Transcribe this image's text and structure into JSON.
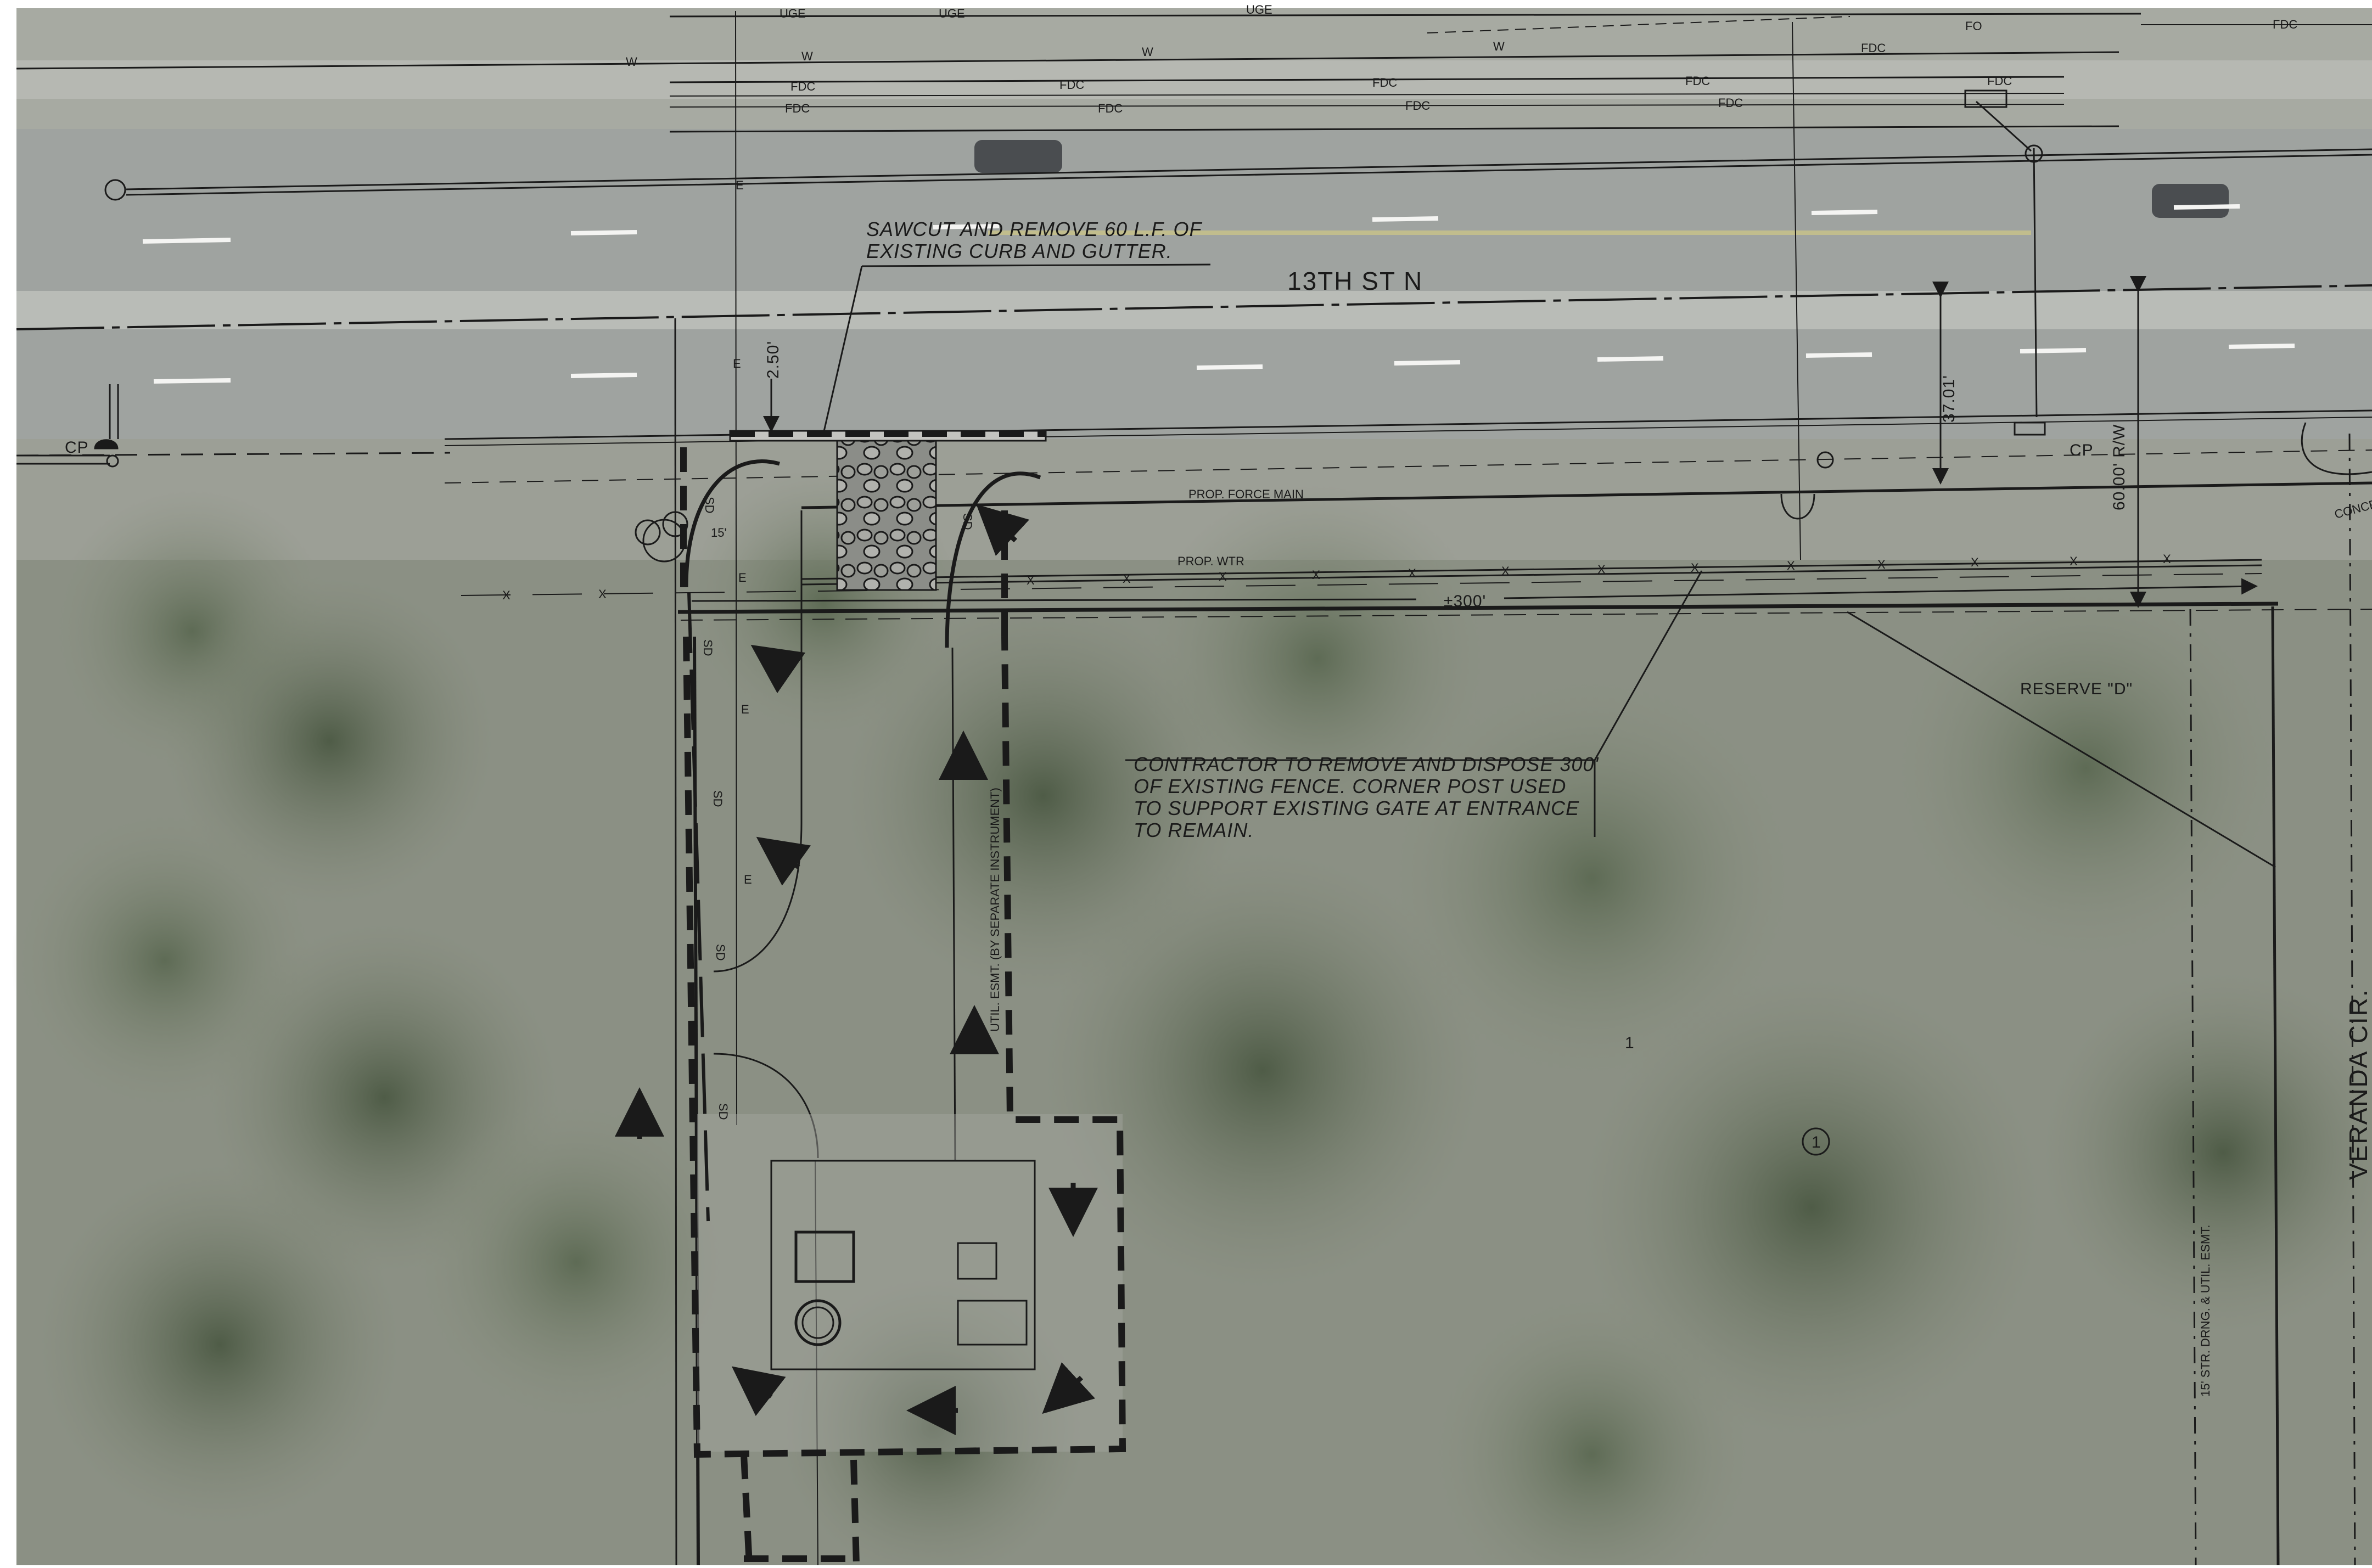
{
  "labels": {
    "street": "13TH ST N",
    "cross_street": "VERANDA CIR.",
    "reserve": "RESERVE \"D\"",
    "lot_number": "1",
    "lot_circle_number": "1",
    "force_main": "PROP. FORCE MAIN",
    "water": "PROP. WTR",
    "util_esmt": "UTIL. ESMT. (BY SEPARATE INSTRUMENT)",
    "drng_esmt": "15' STR. DRNG. & UTIL. ESMT.",
    "cp_left": "CP",
    "cp_right": "CP",
    "concrete": "CONCR",
    "sd": "SD"
  },
  "line_tags": {
    "ugf": "UGE",
    "fdc": "FDC",
    "fo": "FO",
    "w": "W",
    "e": "E",
    "x": "X"
  },
  "dimensions": {
    "dim_2_50": "2.50'",
    "dim_37_01": "37.01'",
    "dim_60_rw": "60.00' R/W",
    "dim_300": "±300'",
    "radius_15": "15'"
  },
  "notes": {
    "sawcut_line1": "SAWCUT AND REMOVE 60 L.F. OF",
    "sawcut_line2": "EXISTING CURB AND GUTTER.",
    "fence_line1": "CONTRACTOR TO REMOVE AND DISPOSE 300'",
    "fence_line2": "OF EXISTING FENCE.  CORNER POST USED",
    "fence_line3": "TO SUPPORT EXISTING GATE AT ENTRANCE",
    "fence_line4": "TO REMAIN."
  },
  "colors": {
    "aerial_base": "#8a8f82",
    "road": "#9fa3a0",
    "linework": "#1a1a1a",
    "vegetation": "#6f7a66"
  }
}
